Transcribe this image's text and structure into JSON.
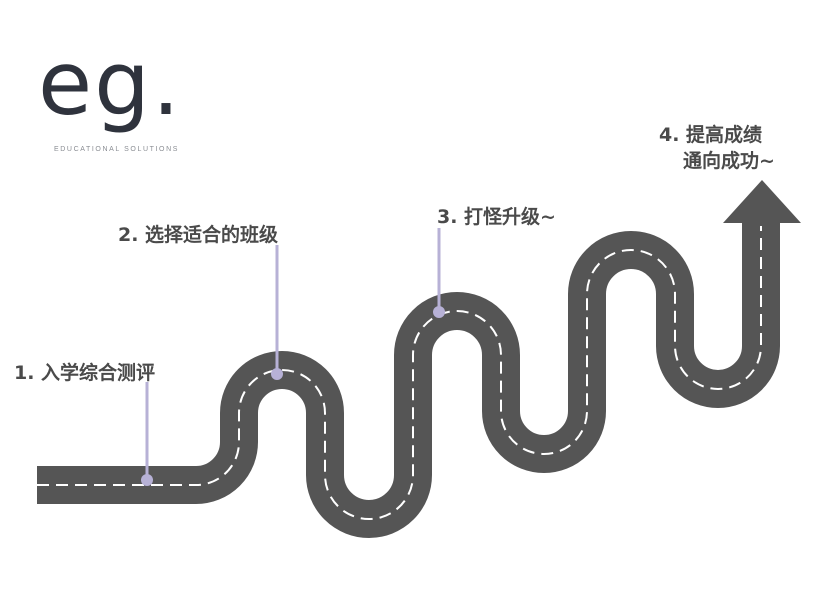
{
  "logo": {
    "mark": "eg.",
    "subtitle": "EDUCATIONAL SOLUTIONS"
  },
  "steps": [
    {
      "label": "1. 入学综合测评"
    },
    {
      "label": "2. 选择适合的班级"
    },
    {
      "label": "3. 打怪升级~"
    },
    {
      "label_line1": "4. 提高成绩",
      "label_line2": "通向成功~"
    }
  ],
  "colors": {
    "road": "#555555",
    "lane_marking": "#ffffff",
    "marker": "#b7b1d6",
    "text": "#4a4a4a",
    "logo": "#2f333d",
    "background": "#ffffff"
  },
  "icons": {
    "arrow": "arrow-up-icon",
    "marker": "pin-marker-icon"
  }
}
